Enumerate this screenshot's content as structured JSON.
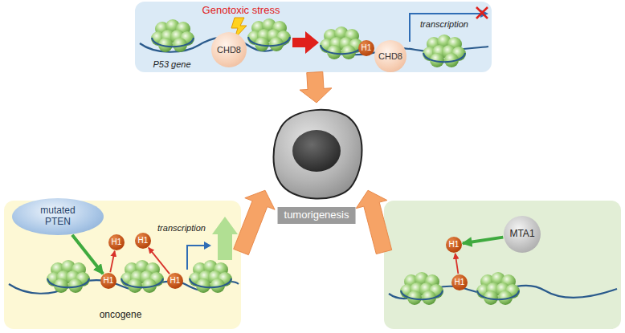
{
  "diagram": {
    "nodes": [
      {
        "text": [
          "Genotoxic stress",
          "P53 gene",
          "transcription"
        ]
      },
      {
        "text": [
          "CHD8"
        ],
        "in": 0
      },
      {
        "text": [
          "H1"
        ],
        "in": 0
      },
      {
        "text": [
          "CHD8"
        ],
        "in": 0
      },
      {
        "text": [
          "tumorigenesis"
        ]
      },
      {
        "text": [
          "transcription",
          "oncogene"
        ]
      },
      {
        "text": [
          "mutated PTEN"
        ],
        "in": 5
      },
      {
        "text": [
          "H1"
        ],
        "in": 5
      },
      {
        "text": [
          "H1"
        ],
        "in": 5
      },
      {
        "text": [
          "H1"
        ],
        "in": 5
      },
      {
        "text": [
          "H1"
        ],
        "in": 5
      },
      {
        "text": []
      },
      {
        "text": [
          "MTA1"
        ],
        "in": 11
      },
      {
        "text": [
          "H1"
        ],
        "in": 11
      },
      {
        "text": [
          "H1"
        ],
        "in": 11
      }
    ],
    "edges": [
      {
        "from": 0,
        "to": 4,
        "arrow": "to"
      },
      {
        "from": 5,
        "to": 4,
        "arrow": "to"
      },
      {
        "from": 11,
        "to": 4,
        "arrow": "to"
      },
      {
        "from": 6,
        "to": 9,
        "arrow": "to"
      },
      {
        "from": 9,
        "to": 7,
        "arrow": "to"
      },
      {
        "from": 10,
        "to": 8,
        "arrow": "to"
      },
      {
        "from": 12,
        "to": 13,
        "arrow": "to"
      },
      {
        "from": 14,
        "to": 13,
        "arrow": "to"
      }
    ]
  }
}
